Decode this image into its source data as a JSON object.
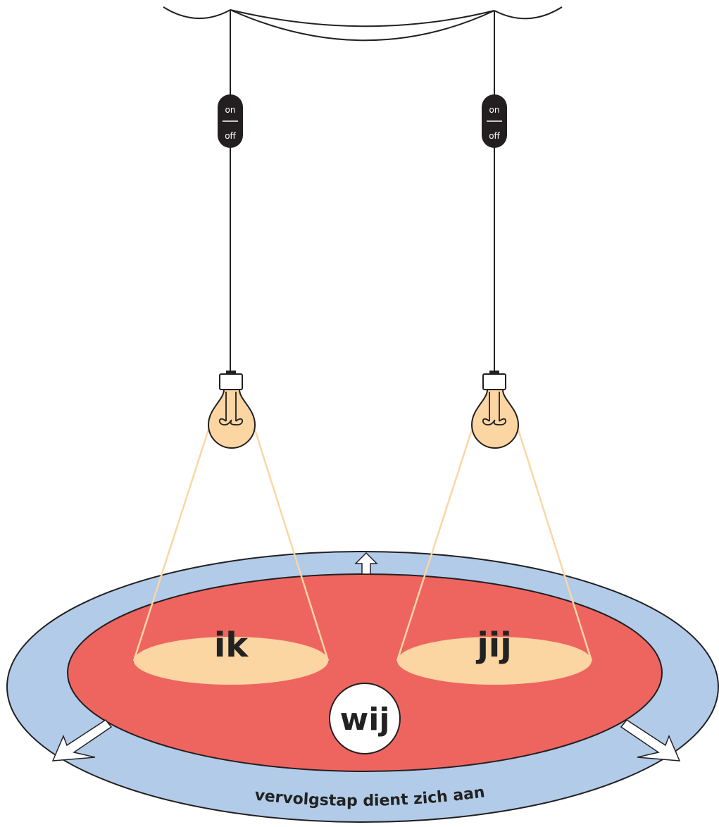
{
  "colors": {
    "outer_ring": "#b1cbe9",
    "inner_disc": "#ee6560",
    "light_pool": "#fbd6a3",
    "light_beam": "#fbd6a3",
    "bulb_glass": "#fbd6a3",
    "switch_body": "#231f20",
    "wij_circle": "#ffffff",
    "line": "#231f20"
  },
  "lamps": [
    {
      "id": "left",
      "switch": {
        "on_label": "on",
        "off_label": "off"
      },
      "pool_label": "ik"
    },
    {
      "id": "right",
      "switch": {
        "on_label": "on",
        "off_label": "off"
      },
      "pool_label": "jij"
    }
  ],
  "center_label": "wij",
  "ring_caption": "vervolgstap dient zich aan",
  "icons": [
    "up-arrow-icon",
    "down-left-arrow-icon",
    "down-right-arrow-icon",
    "light-bulb-icon",
    "switch-icon"
  ]
}
